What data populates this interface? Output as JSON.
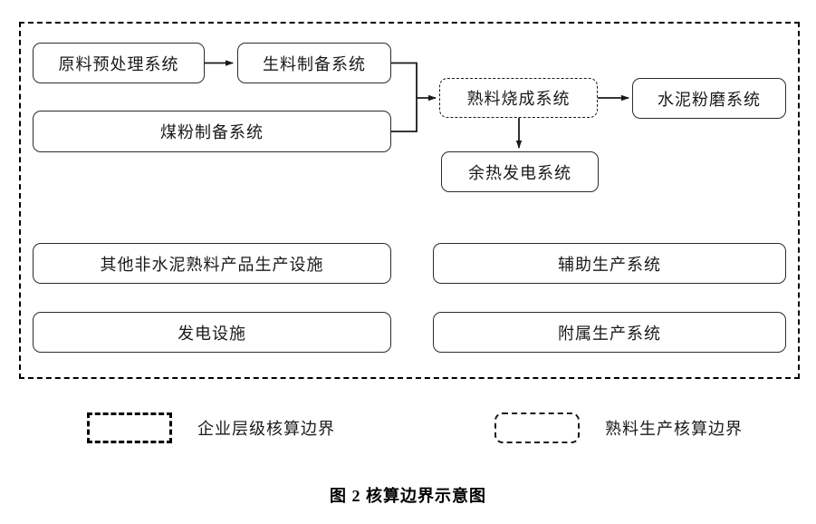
{
  "figure": {
    "caption": "图 2  核算边界示意图"
  },
  "diagram": {
    "type": "flow-diagram",
    "boundaries": {
      "enterprise": {
        "style": "dashed",
        "label": "企业层级核算边界"
      },
      "clinker": {
        "style": "dashed-rounded",
        "label": "熟料生产核算边界"
      }
    },
    "nodes": [
      {
        "id": "raw-pretreatment",
        "label": "原料预处理系统",
        "border": "solid"
      },
      {
        "id": "raw-meal-prep",
        "label": "生料制备系统",
        "border": "solid"
      },
      {
        "id": "coal-powder-prep",
        "label": "煤粉制备系统",
        "border": "solid"
      },
      {
        "id": "clinker-burning",
        "label": "熟料烧成系统",
        "border": "dashed"
      },
      {
        "id": "cement-grinding",
        "label": "水泥粉磨系统",
        "border": "solid"
      },
      {
        "id": "waste-heat-power",
        "label": "余热发电系统",
        "border": "solid"
      },
      {
        "id": "other-non-cement-clinker",
        "label": "其他非水泥熟料产品生产设施",
        "border": "solid"
      },
      {
        "id": "power-generation-facility",
        "label": "发电设施",
        "border": "solid"
      },
      {
        "id": "auxiliary-production",
        "label": "辅助生产系统",
        "border": "solid"
      },
      {
        "id": "attached-production",
        "label": "附属生产系统",
        "border": "solid"
      }
    ],
    "edges": [
      {
        "from": "raw-pretreatment",
        "to": "raw-meal-prep",
        "arrow": true
      },
      {
        "from": "raw-meal-prep",
        "to": "clinker-burning",
        "arrow": true
      },
      {
        "from": "coal-powder-prep",
        "to": "clinker-burning",
        "arrow": true
      },
      {
        "from": "clinker-burning",
        "to": "cement-grinding",
        "arrow": true
      },
      {
        "from": "clinker-burning",
        "to": "waste-heat-power",
        "arrow": true
      }
    ]
  },
  "legend": {
    "items": [
      {
        "id": "enterprise",
        "label": "企业层级核算边界"
      },
      {
        "id": "clinker",
        "label": "熟料生产核算边界"
      }
    ]
  },
  "colors": {
    "line": "#2b2b2b",
    "text": "#1a1a1a",
    "background": "#ffffff"
  }
}
